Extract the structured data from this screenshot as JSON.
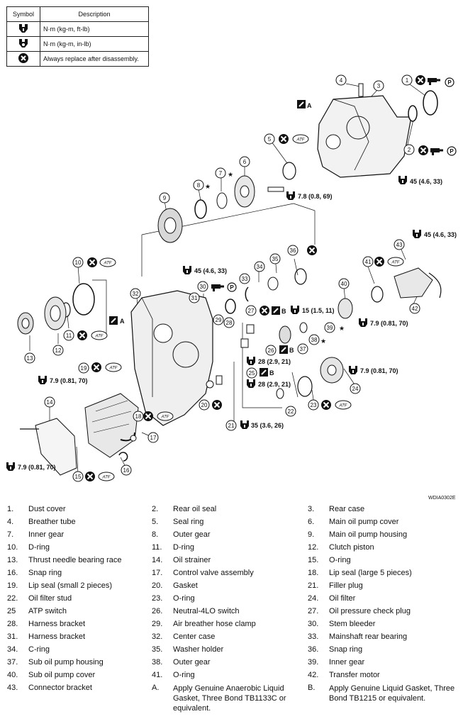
{
  "legend": {
    "header_symbol": "Symbol",
    "header_description": "Description",
    "rows": [
      {
        "icon": "torque-wrench-icon",
        "text": "N·m (kg-m, ft-lb)"
      },
      {
        "icon": "torque-wrench-small-icon",
        "text": "N·m (kg-m, in-lb)"
      },
      {
        "icon": "replace-x-icon",
        "text": "Always replace after disassembly."
      }
    ]
  },
  "callouts": {
    "n1": "1",
    "n2": "2",
    "n3": "3",
    "n4": "4",
    "n5": "5",
    "n6": "6",
    "n7": "7",
    "n8": "8",
    "n9": "9",
    "n10": "10",
    "n11": "11",
    "n12": "12",
    "n13": "13",
    "n14": "14",
    "n15": "15",
    "n16": "16",
    "n17": "17",
    "n18": "18",
    "n19": "19",
    "n20": "20",
    "n21": "21",
    "n22": "22",
    "n23": "23",
    "n24": "24",
    "n25": "25",
    "n26": "26",
    "n27": "27",
    "n28": "28",
    "n29": "29",
    "n30": "30",
    "n31": "31",
    "n32": "32",
    "n33": "33",
    "n34": "34",
    "n35": "35",
    "n36": "36",
    "n37": "37",
    "n38": "38",
    "n39": "39",
    "n40": "40",
    "n41": "41",
    "n42": "42",
    "n43": "43",
    "atf": "ATF",
    "p": "P",
    "a": "A",
    "b": "B",
    "star": "★"
  },
  "torques": {
    "t45a": "45 (4.6, 33)",
    "t78": "7.8 (0.8, 69)",
    "t45b": "45 (4.6, 33)",
    "t45c": "45 (4.6, 33)",
    "t15": "15 (1.5, 11)",
    "t79a": "7.9 (0.81, 70)",
    "t79b": "7.9 (0.81, 70)",
    "t79c": "7.9 (0.81, 70)",
    "t79d": "7.9 (0.81, 70)",
    "t28a": "28 (2.9, 21)",
    "t28b": "28 (2.9, 21)",
    "t35": "35 (3.6, 26)"
  },
  "figure_code": "WDIA0302E",
  "parts": [
    {
      "num": "1.",
      "name": "Dust cover"
    },
    {
      "num": "2.",
      "name": "Rear oil seal"
    },
    {
      "num": "3.",
      "name": "Rear case"
    },
    {
      "num": "4.",
      "name": "Breather tube"
    },
    {
      "num": "5.",
      "name": "Seal ring"
    },
    {
      "num": "6.",
      "name": "Main oil pump cover"
    },
    {
      "num": "7.",
      "name": "Inner gear"
    },
    {
      "num": "8.",
      "name": "Outer gear"
    },
    {
      "num": "9.",
      "name": "Main oil pump housing"
    },
    {
      "num": "10.",
      "name": "D-ring"
    },
    {
      "num": "11.",
      "name": "D-ring"
    },
    {
      "num": "12.",
      "name": "Clutch piston"
    },
    {
      "num": "13.",
      "name": "Thrust needle bearing race"
    },
    {
      "num": "14.",
      "name": "Oil strainer"
    },
    {
      "num": "15.",
      "name": "O-ring"
    },
    {
      "num": "16.",
      "name": "Snap ring"
    },
    {
      "num": "17.",
      "name": "Control valve assembly"
    },
    {
      "num": "18.",
      "name": "Lip seal (large 5 pieces)"
    },
    {
      "num": "19.",
      "name": "Lip seal (small 2 pieces)"
    },
    {
      "num": "20.",
      "name": "Gasket"
    },
    {
      "num": "21.",
      "name": "Filler plug"
    },
    {
      "num": "22.",
      "name": "Oil filter stud"
    },
    {
      "num": "23.",
      "name": "O-ring"
    },
    {
      "num": "24.",
      "name": "Oil filter"
    },
    {
      "num": "25",
      "name": "ATP switch"
    },
    {
      "num": "26.",
      "name": "Neutral-4LO switch"
    },
    {
      "num": "27.",
      "name": "Oil pressure check plug"
    },
    {
      "num": "28.",
      "name": "Harness bracket"
    },
    {
      "num": "29.",
      "name": "Air breather hose clamp"
    },
    {
      "num": "30.",
      "name": "Stem bleeder"
    },
    {
      "num": "31.",
      "name": "Harness bracket"
    },
    {
      "num": "32.",
      "name": "Center case"
    },
    {
      "num": "33.",
      "name": "Mainshaft rear bearing"
    },
    {
      "num": "34.",
      "name": "C-ring"
    },
    {
      "num": "35.",
      "name": "Washer holder"
    },
    {
      "num": "36.",
      "name": "Snap ring"
    },
    {
      "num": "37.",
      "name": "Sub oil pump housing"
    },
    {
      "num": "38.",
      "name": "Outer gear"
    },
    {
      "num": "39.",
      "name": "Inner gear"
    },
    {
      "num": "40.",
      "name": "Sub oil pump cover"
    },
    {
      "num": "41.",
      "name": "O-ring"
    },
    {
      "num": "42.",
      "name": "Transfer motor"
    },
    {
      "num": "43.",
      "name": "Connector bracket"
    },
    {
      "num": "A.",
      "name": "Apply Genuine Anaerobic Liquid Gasket, Three Bond TB1133C or equivalent."
    },
    {
      "num": "B.",
      "name": "Apply Genuine Liquid Gasket, Three Bond TB1215 or equivalent."
    }
  ]
}
